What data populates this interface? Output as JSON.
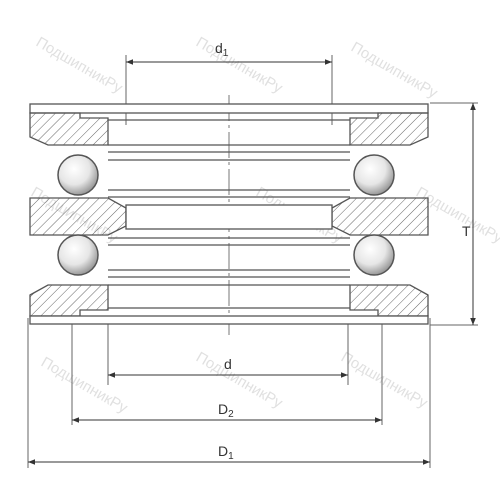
{
  "dimensions": {
    "d1": {
      "main": "d",
      "sub": "1"
    },
    "d": {
      "main": "d"
    },
    "D2": {
      "main": "D",
      "sub": "2"
    },
    "D1": {
      "main": "D",
      "sub": "1"
    },
    "T": {
      "main": "T"
    }
  },
  "watermark": "ПодшипникРу",
  "colors": {
    "line": "#555555",
    "hatch": "#666666",
    "ball_fill": "#e4e4e4",
    "ball_highlight": "#ffffff",
    "dimension": "#333333",
    "watermark": "#c8c8c8"
  }
}
